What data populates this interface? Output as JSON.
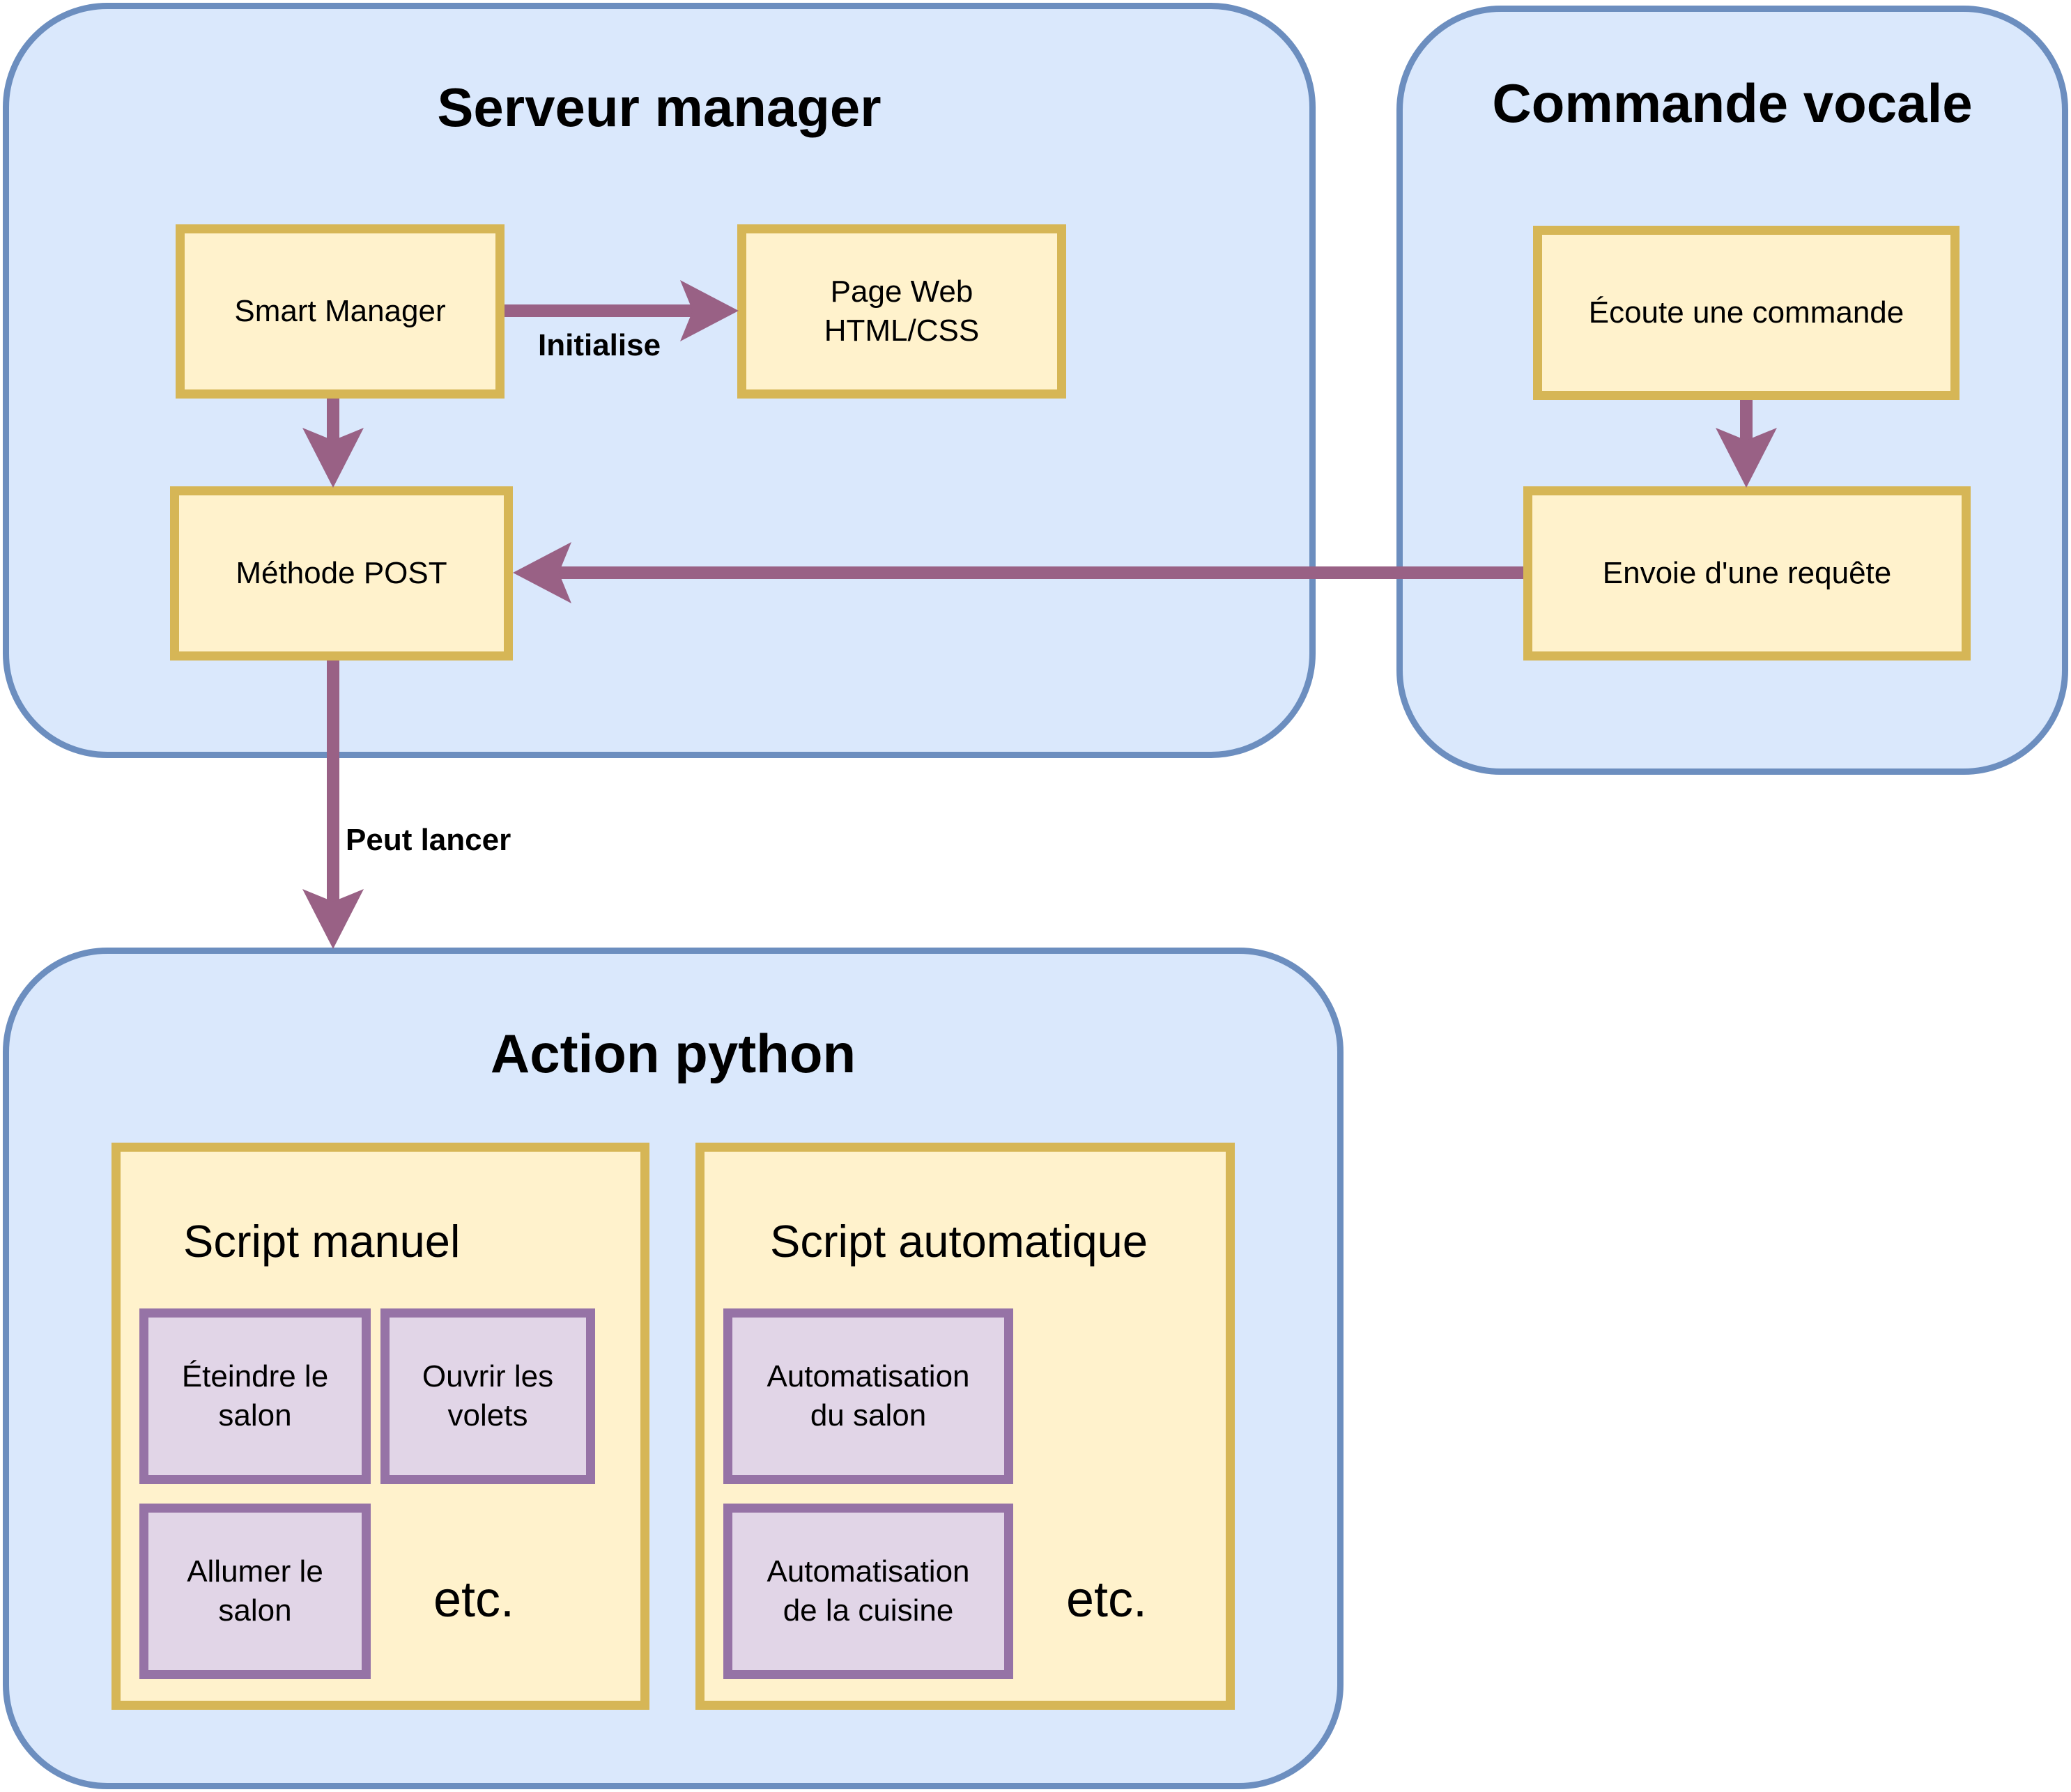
{
  "colors": {
    "group_fill": "#dae8fc",
    "group_stroke": "#6c8ebf",
    "box_fill": "#fff2cc",
    "box_stroke": "#d6b656",
    "script_fill": "#e1d5e7",
    "script_stroke": "#9673a6",
    "arrow": "#996185"
  },
  "groups": {
    "serveur": {
      "title": "Serveur manager"
    },
    "vocale": {
      "title": "Commande vocale"
    },
    "action": {
      "title": "Action python"
    }
  },
  "nodes": {
    "smart_manager": "Smart Manager",
    "page_web": "Page Web\nHTML/CSS",
    "methode_post": "Méthode POST",
    "ecoute": "Écoute une commande",
    "envoie": "Envoie d'une requête"
  },
  "edges": {
    "initialise": "Initialise",
    "peut_lancer": "Peut lancer"
  },
  "scripts": {
    "manuel": {
      "title": "Script manuel",
      "items": [
        "Éteindre le\nsalon",
        "Ouvrir les\nvolets",
        "Allumer le\nsalon"
      ],
      "etc": "etc."
    },
    "automatique": {
      "title": "Script automatique",
      "items": [
        "Automatisation\ndu salon",
        "Automatisation\nde la cuisine"
      ],
      "etc": "etc."
    }
  }
}
